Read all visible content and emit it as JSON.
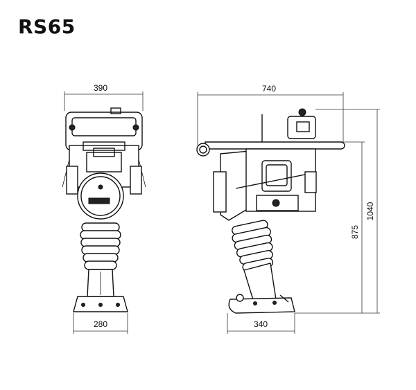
{
  "model": "RS65",
  "front_view": {
    "width_top": "390",
    "width_base": "280"
  },
  "side_view": {
    "length_top": "740",
    "length_base": "340",
    "height_plate": "875",
    "height_total": "1040"
  }
}
